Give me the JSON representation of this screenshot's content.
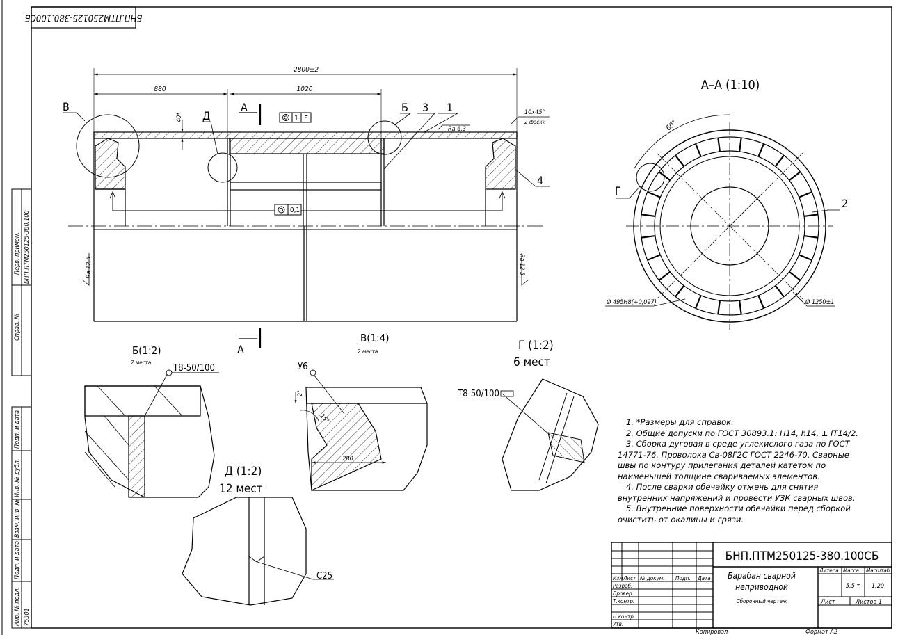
{
  "stamp": {
    "code_rotated": "БНП.ПТМ250125-380.100СБ"
  },
  "side_strip": {
    "perv_primen": "Перв. примен.",
    "perv_code": "БНП.ПТМ250125-380.100",
    "sprav": "Справ. №",
    "podp_data_1": "Подп. и дата",
    "inv_dubl": "Инв. № дубл.",
    "vzam_inv": "Взам. инв. №",
    "podp_data_2": "Подп. и дата",
    "inv_podl": "Инв. № подл.",
    "inv_podl_val": "75301"
  },
  "main_view": {
    "dim_total": "2800±2",
    "dim_left": "880",
    "dim_mid": "1020",
    "dim_thk": "40*",
    "chamfer": "10x45°",
    "chamfer_note": "2 фаски",
    "rough_top": "Ra 6.3",
    "rough_left": "Ra 12.5",
    "rough_right": "Ra 12.5",
    "tol1_val": "1",
    "tol1_base": "Е",
    "tol2_val": "0,1",
    "label_A_top": "А",
    "label_A_bottom": "А",
    "callout_V": "В",
    "callout_D": "Д",
    "callout_B": "Б",
    "pos3": "3",
    "pos1": "1",
    "pos4": "4"
  },
  "section_view": {
    "title": "А–А (1:10)",
    "angle": "60°",
    "callout_G": "Г",
    "pos2": "2",
    "dia_inner": "Ø 495Н8(+0,097)",
    "dia_outer": "Ø 1250±1"
  },
  "details": {
    "B_title": "Б(1:2)",
    "B_count": "2 места",
    "B_weld": "Т8-50/100",
    "V_title": "В(1:4)",
    "V_count": "2 места",
    "V_weld": "У6",
    "V_ang1": "2°",
    "V_ang2": "15°",
    "V_dim": "280",
    "G_title": "Г (1:2)",
    "G_count": "6 мест",
    "G_weld": "Т8-50/100",
    "D_title": "Д (1:2)",
    "D_count": "12 мест",
    "D_weld": "С25"
  },
  "notes": [
    "1. *Размеры для справок.",
    "2. Общие допуски по ГОСТ 30893.1: H14, h14, ± IT14/2.",
    "3. Сборка дуговая в среде углекислого газа по ГОСТ 14771-76. Проволока Св-08Г2С ГОСТ 2246-70. Сварные швы по контуру прилегания деталей катетом по наименьшей толщине свариваемых элементов.",
    "4. После сварки обечайку отжечь для снятия внутренних напряжений и провести УЗК сварных швов.",
    "5. Внутренние поверхности обечайки перед сборкой очистить от окалины и грязи."
  ],
  "title_block": {
    "designation": "БНП.ПТМ250125-380.100СБ",
    "name_line1": "Барабан сварной",
    "name_line2": "неприводной",
    "doc_type": "Сборочный чертеж",
    "col_izm": "Изм",
    "col_list": "Лист",
    "col_ndoc": "№ докум.",
    "col_podp": "Подп.",
    "col_data": "Дата",
    "razrab": "Разраб.",
    "prover": "Провер.",
    "tkontr": "Т.контр.",
    "nkontr": "Н.контр.",
    "utv": "Утв.",
    "liter": "Литера",
    "massa": "Масса",
    "masshtab": "Масштаб",
    "massa_val": "5,5 т",
    "masshtab_val": "1:20",
    "list": "Лист",
    "listov": "Листов 1",
    "kopiroval": "Копировал",
    "format": "Формат А2"
  }
}
